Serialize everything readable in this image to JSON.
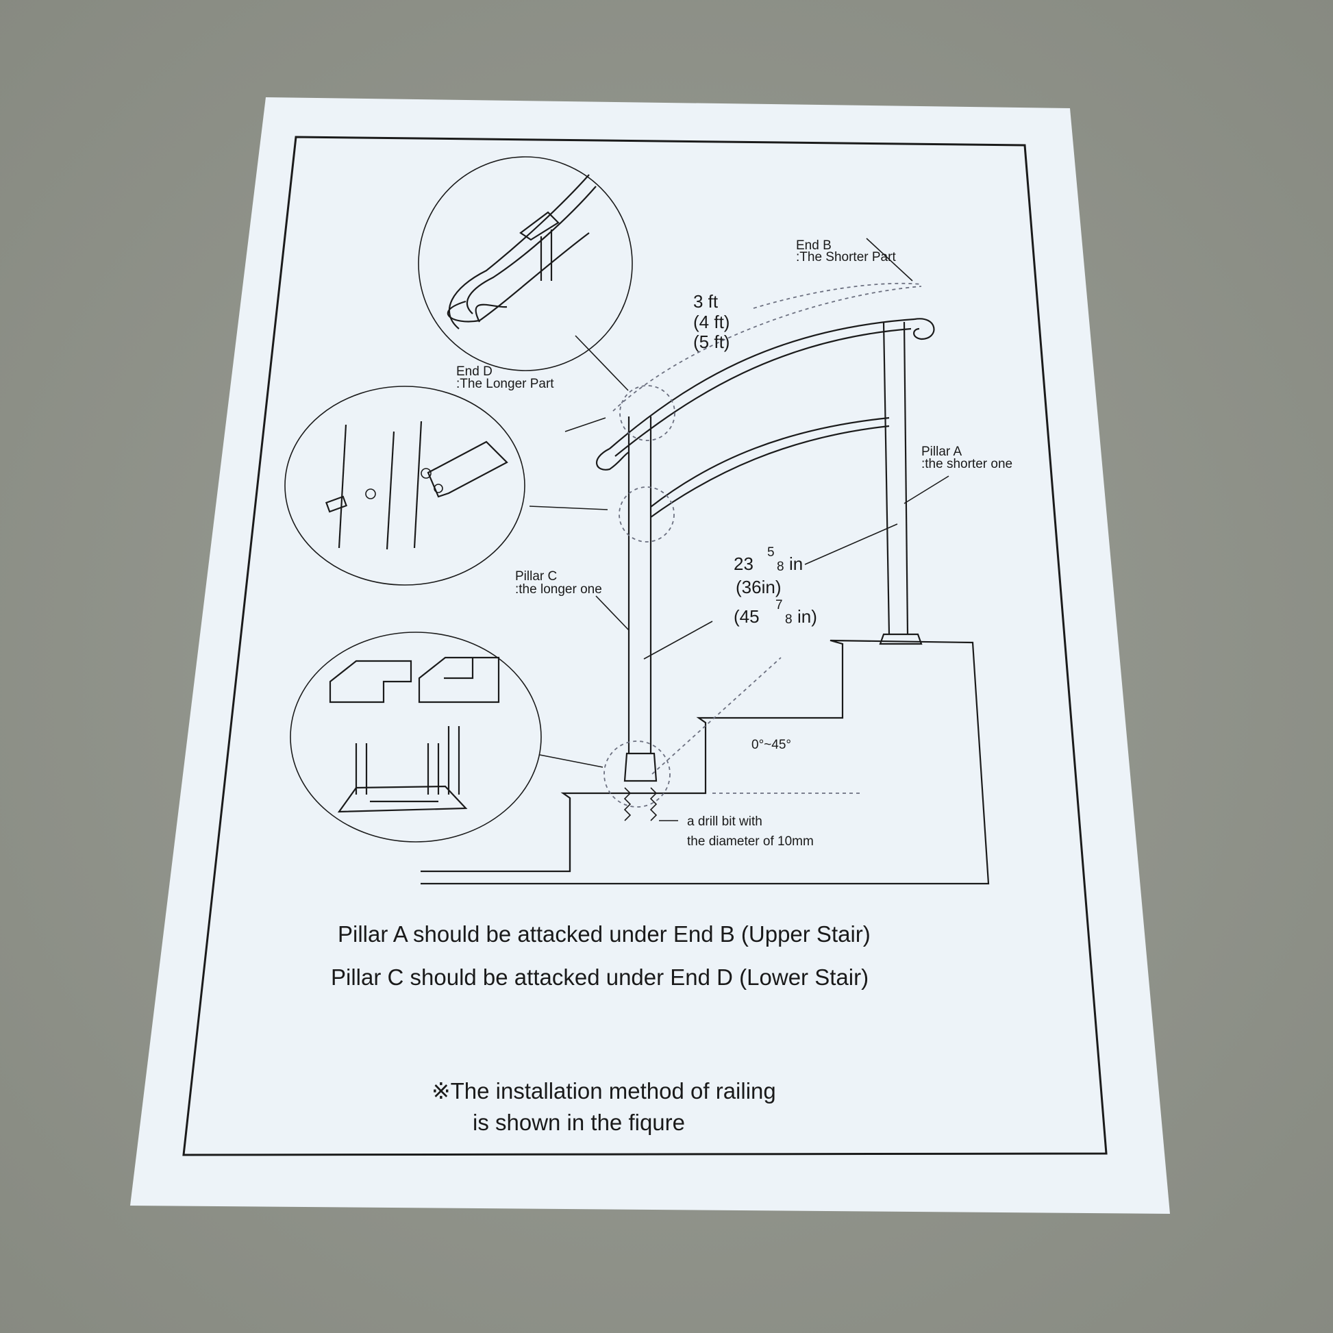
{
  "labels": {
    "end_b": "End B",
    "end_b_sub": ":The Shorter Part",
    "length_1": "3 ft",
    "length_2": "(4 ft)",
    "length_3": "(5 ft)",
    "end_d": "End D",
    "end_d_sub": ":The Longer Part",
    "pillar_a": "Pillar A",
    "pillar_a_sub": ":the shorter one",
    "pillar_c": "Pillar C",
    "pillar_c_sub": ":the longer one",
    "height_1_whole": "23",
    "height_1_num": "5",
    "height_1_den": "8",
    "height_1_unit": "in",
    "height_2": "(36in)",
    "height_3_whole": "(45",
    "height_3_num": "7",
    "height_3_den": "8",
    "height_3_unit": "in)",
    "angle": "0°~45°",
    "drill_1": "a drill bit with",
    "drill_2": "the diameter of 10mm"
  },
  "instructions": {
    "line_1": "Pillar A should be attacked under End B (Upper Stair)",
    "line_2": "Pillar C should be attacked under End D (Lower Stair)"
  },
  "note": {
    "line_1": "※The installation method of railing",
    "line_2": "is shown in the fiqure"
  },
  "colors": {
    "background": "#8f928a",
    "paper": "#edf3f8",
    "ink": "#1b1b1b"
  }
}
